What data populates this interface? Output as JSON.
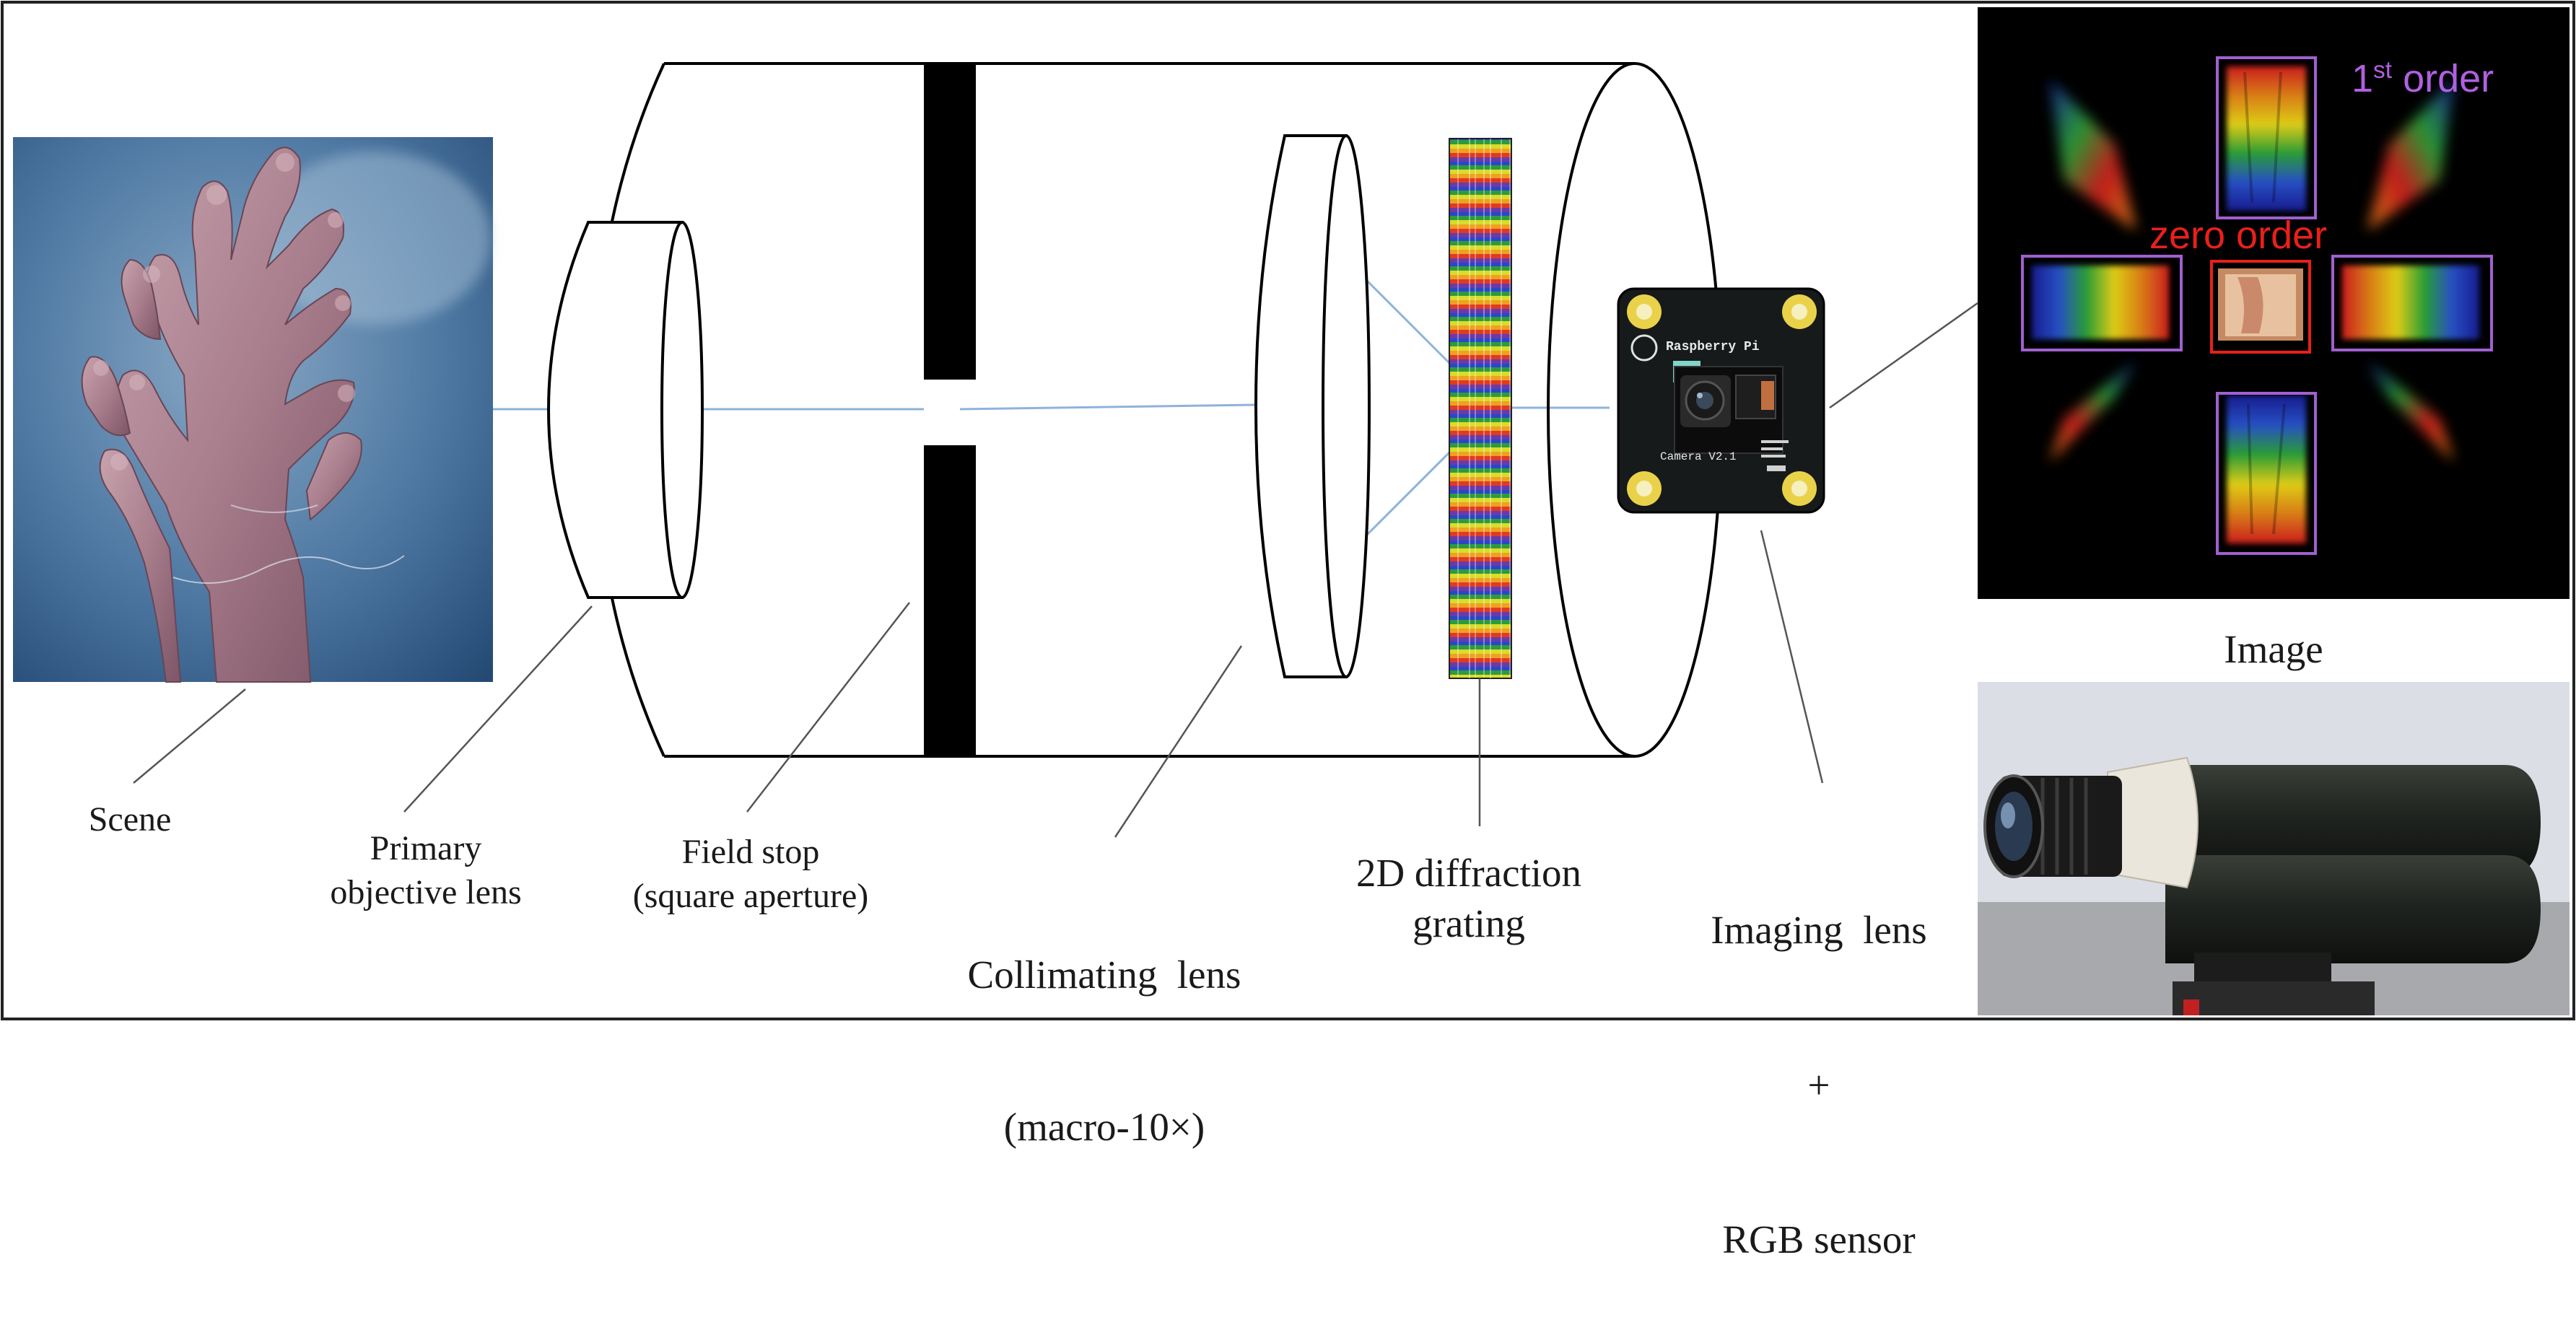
{
  "labels": {
    "scene": "Scene",
    "primary_lens": [
      "Primary",
      "objective lens"
    ],
    "field_stop": [
      "Field stop",
      "(square aperture)"
    ],
    "collimating": [
      "Collimating  lens",
      "(macro-10×)"
    ],
    "grating": [
      "2D diffraction",
      "grating"
    ],
    "imaging": [
      "Imaging  lens",
      "+",
      "RGB sensor"
    ],
    "image": "Image",
    "first_order": {
      "pre": "1",
      "sup": "st",
      "post": " order"
    },
    "zero_order": "zero order"
  },
  "camera_board": {
    "brand": "Raspberry Pi",
    "model": "Camera V2.1"
  },
  "colors": {
    "outline": "#000000",
    "ray": "#8fb3d9",
    "first_order_box": "#a060d0",
    "zero_order_box": "#e8201a",
    "first_order_text": "#b060e0",
    "zero_order_text": "#e8201a"
  }
}
